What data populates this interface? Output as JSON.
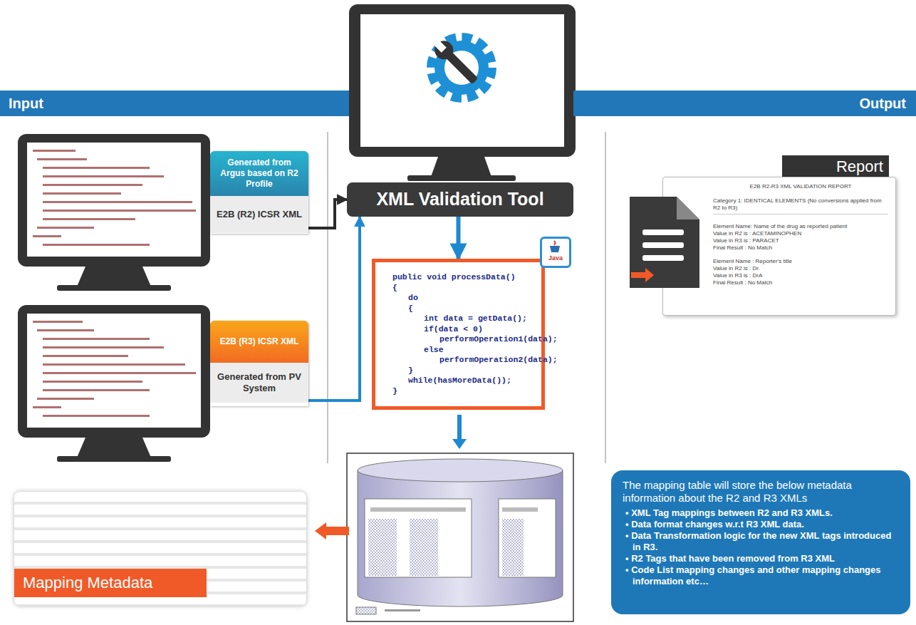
{
  "diagram": {
    "nodes": [
      {
        "text": [
          "Input"
        ]
      },
      {
        "text": [
          "Output"
        ]
      },
      {
        "text": [
          "Generated from Argus based on R2 Profile",
          "E2B (R2) ICSR XML"
        ]
      },
      {
        "text": [
          "E2B (R3) ICSR XML",
          "Generated from PV System"
        ]
      },
      {
        "text": [
          "XML Validation Tool"
        ]
      },
      {
        "text": [
          "public void processData()",
          "{",
          "do",
          "{",
          "int data = getData();",
          "if(data < 0)",
          "performOperation1(data);",
          "else",
          "performOperation2(data);",
          "}",
          "while(hasMoreData());",
          "}"
        ]
      },
      {
        "text": [
          "Report",
          "E2B R2-R3 XML VALIDATION REPORT",
          "Category 1: IDENTICAL ELEMENTS (No conversions applied from R2 to R3)",
          "Element Name: Name of the drug as reported patient",
          "Value in R2 is : ACETAMINOPHEN",
          "Value in R3 is : PARACET",
          "Final Result : No Match",
          "Element Name : Reporter's title",
          "Value in R2 is : Dr.",
          "Value in R3 is : DrA",
          "Final Result : No Match"
        ]
      },
      {
        "text": [
          "Mapping Metadata"
        ]
      },
      {
        "text": [
          "The mapping table will store the below metadata information about the R2 and R3 XMLs",
          "• XML Tag mappings between R2 and R3 XMLs.",
          "• Data format changes w.r.t R3 XML data.",
          "• Data Transformation logic for the new XML tags introduced in R3.",
          "• R2 Tags that have been removed from R3 XML",
          "• Code List mapping changes and other mapping changes information etc…"
        ]
      }
    ],
    "edges": [
      {
        "from": 2,
        "to": 4,
        "arrow": "to"
      },
      {
        "from": 3,
        "to": 4,
        "arrow": "to"
      },
      {
        "from": 4,
        "to": 5,
        "arrow": "to"
      }
    ],
    "labels": [
      "Java"
    ]
  }
}
